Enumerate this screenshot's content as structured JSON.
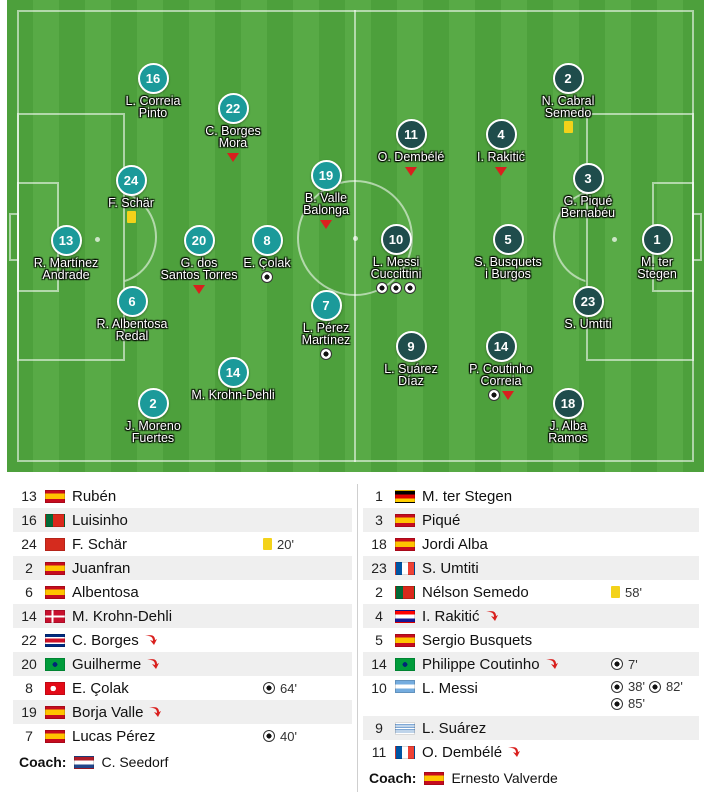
{
  "home": {
    "players": [
      {
        "num": "16",
        "name": "L. Correia\nPinto",
        "events": []
      },
      {
        "num": "22",
        "name": "C. Borges\nMora",
        "events": [
          "sub"
        ]
      },
      {
        "num": "24",
        "name": "F. Schär",
        "events": [
          "yellow"
        ]
      },
      {
        "num": "13",
        "name": "R. Martínez\nAndrade",
        "events": []
      },
      {
        "num": "20",
        "name": "G. dos\nSantos Torres",
        "events": [
          "sub"
        ]
      },
      {
        "num": "8",
        "name": "E. Çolak",
        "events": [
          "goal"
        ]
      },
      {
        "num": "6",
        "name": "R. Albentosa\nRedal",
        "events": []
      },
      {
        "num": "19",
        "name": "B. Valle\nBalonga",
        "events": [
          "sub"
        ]
      },
      {
        "num": "7",
        "name": "L. Pérez\nMartínez",
        "events": [
          "goal"
        ]
      },
      {
        "num": "14",
        "name": "M. Krohn-Dehli",
        "events": []
      },
      {
        "num": "2",
        "name": "J. Moreno\nFuertes",
        "events": []
      }
    ],
    "list": [
      {
        "num": "13",
        "flag": "es",
        "name": "Rubén",
        "sub": false,
        "events": []
      },
      {
        "num": "16",
        "flag": "pt",
        "name": "Luisinho",
        "sub": false,
        "events": []
      },
      {
        "num": "24",
        "flag": "ch",
        "name": "F. Schär",
        "sub": false,
        "events": [
          {
            "icon": "yellow",
            "min": "20'"
          }
        ]
      },
      {
        "num": "2",
        "flag": "es",
        "name": "Juanfran",
        "sub": false,
        "events": []
      },
      {
        "num": "6",
        "flag": "es",
        "name": "Albentosa",
        "sub": false,
        "events": []
      },
      {
        "num": "14",
        "flag": "dk",
        "name": "M. Krohn-Dehli",
        "sub": false,
        "events": []
      },
      {
        "num": "22",
        "flag": "cr",
        "name": "C. Borges",
        "sub": true,
        "events": []
      },
      {
        "num": "20",
        "flag": "br",
        "name": "Guilherme",
        "sub": true,
        "events": []
      },
      {
        "num": "8",
        "flag": "tr",
        "name": "E. Çolak",
        "sub": false,
        "events": [
          {
            "icon": "goal",
            "min": "64'"
          }
        ]
      },
      {
        "num": "19",
        "flag": "es",
        "name": "Borja Valle",
        "sub": true,
        "events": []
      },
      {
        "num": "7",
        "flag": "es",
        "name": "Lucas Pérez",
        "sub": false,
        "events": [
          {
            "icon": "goal",
            "min": "40'"
          }
        ]
      }
    ],
    "coach_label": "Coach:",
    "coach_flag": "nl",
    "coach_name": "C. Seedorf"
  },
  "away": {
    "players": [
      {
        "num": "2",
        "name": "N. Cabral\nSemedo",
        "events": [
          "yellow"
        ]
      },
      {
        "num": "11",
        "name": "O. Dembélé",
        "events": [
          "sub"
        ]
      },
      {
        "num": "4",
        "name": "I. Rakitić",
        "events": [
          "sub"
        ]
      },
      {
        "num": "3",
        "name": "G. Piqué\nBernabéu",
        "events": []
      },
      {
        "num": "10",
        "name": "L. Messi\nCuccittini",
        "events": [
          "goal",
          "goal",
          "goal"
        ]
      },
      {
        "num": "5",
        "name": "S. Busquets\ni Burgos",
        "events": []
      },
      {
        "num": "1",
        "name": "M. ter\nStegen",
        "events": []
      },
      {
        "num": "23",
        "name": "S. Umtiti",
        "events": []
      },
      {
        "num": "9",
        "name": "L. Suárez\nDíaz",
        "events": []
      },
      {
        "num": "14",
        "name": "P. Coutinho\nCorreia",
        "events": [
          "goal",
          "sub"
        ]
      },
      {
        "num": "18",
        "name": "J. Alba\nRamos",
        "events": []
      }
    ],
    "list": [
      {
        "num": "1",
        "flag": "de",
        "name": "M. ter Stegen",
        "sub": false,
        "events": []
      },
      {
        "num": "3",
        "flag": "es",
        "name": "Piqué",
        "sub": false,
        "events": []
      },
      {
        "num": "18",
        "flag": "es",
        "name": "Jordi Alba",
        "sub": false,
        "events": []
      },
      {
        "num": "23",
        "flag": "fr",
        "name": "S. Umtiti",
        "sub": false,
        "events": []
      },
      {
        "num": "2",
        "flag": "pt",
        "name": "Nélson Semedo",
        "sub": false,
        "events": [
          {
            "icon": "yellow",
            "min": "58'"
          }
        ]
      },
      {
        "num": "4",
        "flag": "hr",
        "name": "I. Rakitić",
        "sub": true,
        "events": []
      },
      {
        "num": "5",
        "flag": "es",
        "name": "Sergio Busquets",
        "sub": false,
        "events": []
      },
      {
        "num": "14",
        "flag": "br",
        "name": "Philippe Coutinho",
        "sub": true,
        "events": [
          {
            "icon": "goal",
            "min": "7'"
          }
        ]
      },
      {
        "num": "10",
        "flag": "ar",
        "name": "L. Messi",
        "sub": false,
        "events": [
          {
            "icon": "goal",
            "min": "38'"
          },
          {
            "icon": "goal",
            "min": "82'"
          },
          {
            "icon": "goal",
            "min": "85'"
          }
        ]
      },
      {
        "num": "9",
        "flag": "uy",
        "name": "L. Suárez",
        "sub": false,
        "events": []
      },
      {
        "num": "11",
        "flag": "fr",
        "name": "O. Dembélé",
        "sub": true,
        "events": []
      }
    ],
    "coach_label": "Coach:",
    "coach_flag": "es",
    "coach_name": "Ernesto Valverde"
  },
  "colors": {
    "home_player": "#1b9a9a",
    "away_player": "#1f4d4c",
    "pitch_light": "#58aa46",
    "pitch_dark": "#4da03c",
    "yellow_card": "#f3d21a",
    "sub_arrow": "#d9201e"
  },
  "icons": {
    "goal": "soccer-ball-icon",
    "yellow": "yellow-card-icon",
    "sub": "substitution-arrow-icon"
  }
}
